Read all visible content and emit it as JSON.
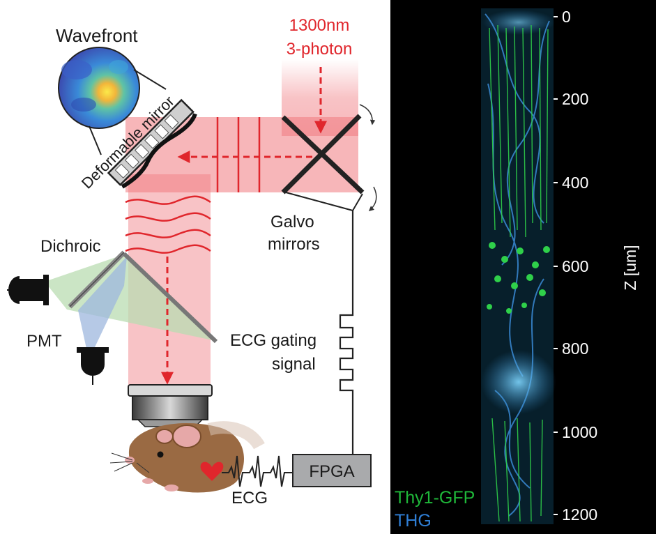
{
  "setup": {
    "wavefront_label": "Wavefront",
    "deformable_mirror_label": "Deformable mirror",
    "laser_wavelength": "1300nm",
    "laser_mode": "3-photon",
    "galvo_label_line1": "Galvo",
    "galvo_label_line2": "mirrors",
    "dichroic_label": "Dichroic",
    "pmt_label": "PMT",
    "ecg_gating_line1": "ECG gating",
    "ecg_gating_line2": "signal",
    "fpga_label": "FPGA",
    "ecg_label": "ECG"
  },
  "image_panel": {
    "axis_label": "Z [um]",
    "ticks": [
      "0",
      "200",
      "400",
      "600",
      "800",
      "1000",
      "1200"
    ],
    "legend": [
      {
        "text": "Thy1-GFP",
        "color": "#1fb83a"
      },
      {
        "text": "THG",
        "color": "#2f7fd6"
      }
    ]
  },
  "colors": {
    "beam": "#f07a80",
    "arrow": "#e0262c",
    "green_signal": "#b9dcb2",
    "blue_signal": "#9db7dd",
    "fpga_fill": "#a9aaac",
    "panel_bg": "#000000"
  }
}
